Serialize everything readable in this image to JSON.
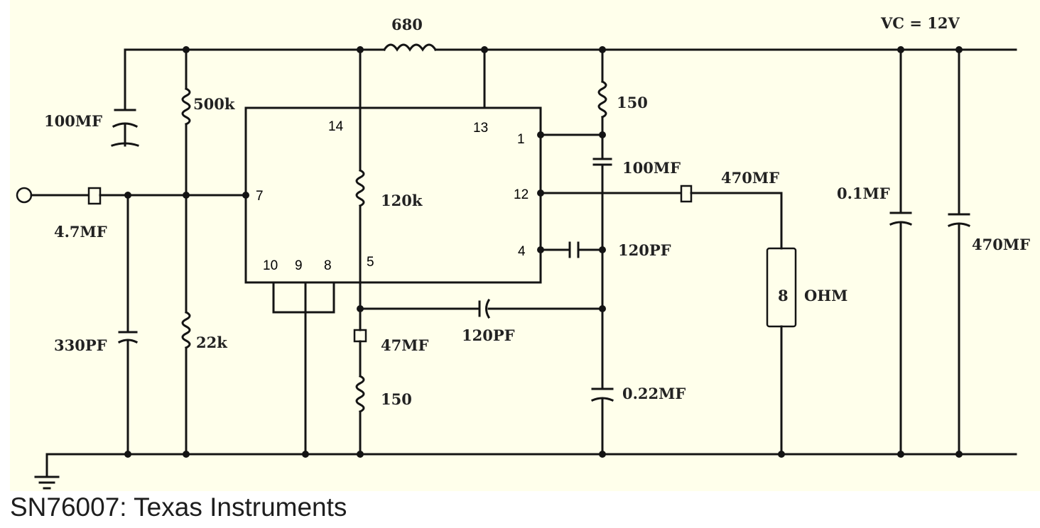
{
  "caption": "SN76007: Texas Instruments",
  "colors": {
    "background": "#FFFFEB",
    "ink": "#141414",
    "caption": "#1E1E1E"
  },
  "supply": {
    "label": "VC = 12V"
  },
  "pins": {
    "p14": "14",
    "p13": "13",
    "p1": "1",
    "p7": "7",
    "p12": "12",
    "p4": "4",
    "p10": "10",
    "p9": "9",
    "p8": "8",
    "p5": "5"
  },
  "components": {
    "inductor": "680",
    "c_100mf_left": "100MF",
    "r_500k": "500k",
    "r_150_top": "150",
    "c_100mf_right": "100MF",
    "c_470mf_out": "470MF",
    "c_0_1mf": "0.1MF",
    "c_470mf_bulk": "470MF",
    "c_input": "4.7MF",
    "r_120k": "120k",
    "c_120pf_pin4": "120PF",
    "speaker": "8",
    "speaker_unit": "OHM",
    "c_330pf": "330PF",
    "r_22k": "22k",
    "c_47mf": "47MF",
    "c_120pf_fb": "120PF",
    "r_150_bottom": "150",
    "c_0_22mf": "0.22MF"
  }
}
